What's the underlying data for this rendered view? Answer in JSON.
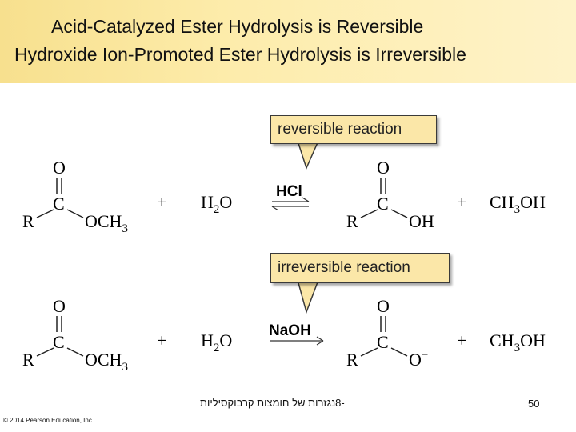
{
  "title": {
    "line1": "Acid-Catalyzed Ester Hydrolysis is Reversible",
    "line2": "Hydroxide Ion-Promoted Ester Hydrolysis is Irreversible"
  },
  "reaction1": {
    "callout": "reversible reaction",
    "reagent": "HCl",
    "arrow": "equilibrium"
  },
  "reaction2": {
    "callout": "irreversible reaction",
    "reagent": "NaOH",
    "arrow": "single"
  },
  "atoms": {
    "O": "O",
    "C": "C",
    "R": "R",
    "OCH": "OCH",
    "sub3": "3",
    "OH": "OH",
    "Ominus": "O",
    "minus": "−",
    "plus": "+",
    "H": "H",
    "sub2": "2",
    "CH": "CH",
    "ch3oh_tail": "OH"
  },
  "footer": {
    "course": "-8נגזרות של חומצות קרבוקסיליות",
    "page": "50",
    "copyright": "© 2014 Pearson Education, Inc."
  }
}
